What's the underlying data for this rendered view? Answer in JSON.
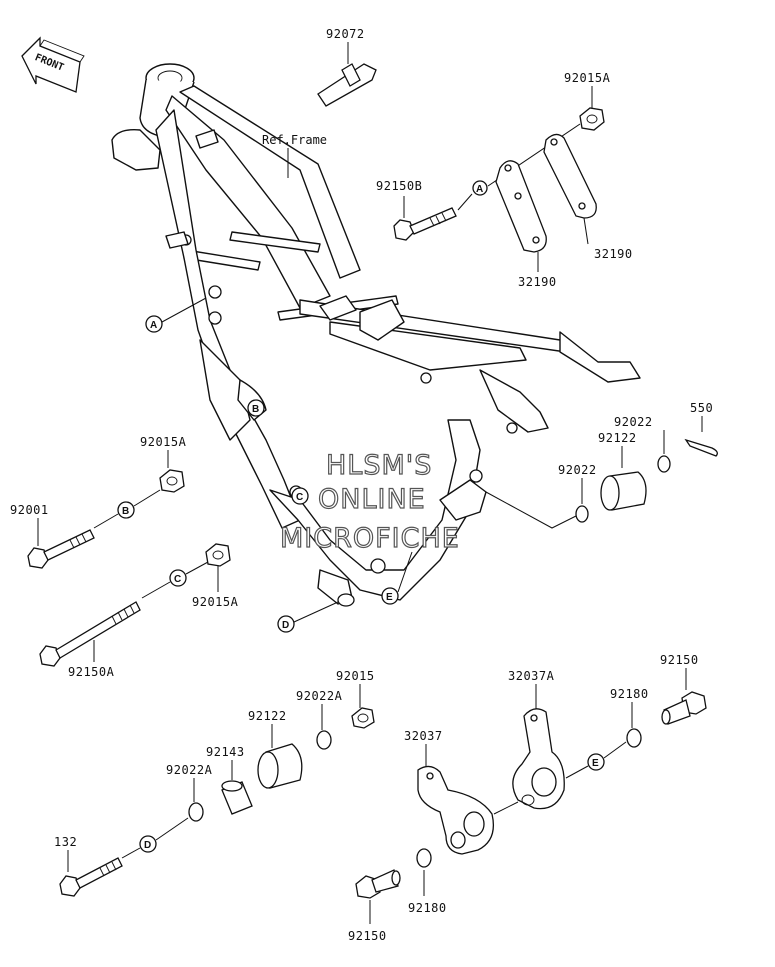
{
  "front_label": "FRONT",
  "ref_frame": "Ref.Frame",
  "watermark": {
    "line1": "HLSM'S",
    "line2": "ONLINE",
    "line3": "MICROFICHE"
  },
  "callouts": {
    "a": "A",
    "b": "B",
    "c": "C",
    "d": "D",
    "e": "E"
  },
  "parts": {
    "p92072": "92072",
    "p92015A_top": "92015A",
    "p92150B": "92150B",
    "p32190_right": "32190",
    "p32190_bottom": "32190",
    "p550": "550",
    "p92022_right_top": "92022",
    "p92122_right": "92122",
    "p92022_right": "92022",
    "p92015A_left": "92015A",
    "p92001": "92001",
    "p92015A_mid": "92015A",
    "p92150A": "92150A",
    "p32037A": "32037A",
    "p92150_right": "92150",
    "p92015": "92015",
    "p92022A_top": "92022A",
    "p92122_left": "92122",
    "p92180_top": "92180",
    "p32037": "32037",
    "p92143": "92143",
    "p92022A_left": "92022A",
    "p132": "132",
    "p92180_bottom": "92180",
    "p92150_bottom": "92150"
  }
}
